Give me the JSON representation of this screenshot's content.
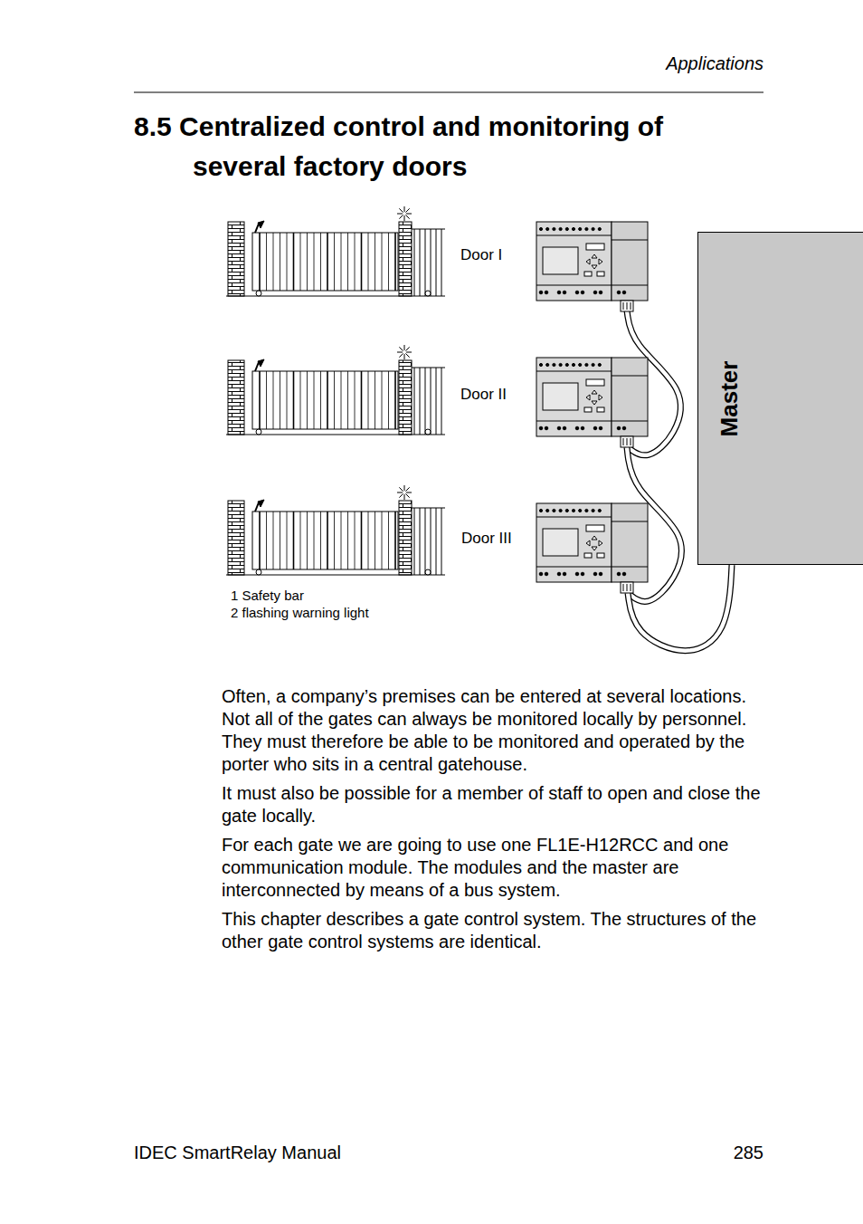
{
  "diagram": {
    "title": "8.5 Centralized control and monitoring of several factory doors",
    "nodes": [
      {
        "text": [
          "Master"
        ]
      }
    ],
    "labels": [
      "Applications",
      "Door I",
      "Door II",
      "Door III",
      "1 Safety bar",
      "2 flashing warning light",
      "Often, a company’s premises can be entered at several locations. Not all of the gates can always be monitored locally by personnel. They must therefore be able to be monitored and operated by the porter who sits in a central gatehouse.",
      "It must also be possible for a member of staff to open and close the gate locally.",
      "For each gate we are going to use one FL1E-H12RCC and one communication module. The modules and the master are interconnected by means of a bus system.",
      "This chapter describes a gate control system. The structures of the other gate control systems are identical.",
      "IDEC SmartRelay Manual",
      "285"
    ]
  }
}
